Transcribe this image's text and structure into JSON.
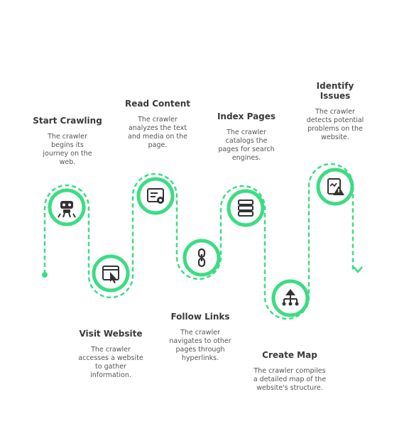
{
  "accent": "#3ddc84",
  "steps": [
    {
      "title": "Start Crawling",
      "desc": "The crawler begins its journey on the web.",
      "icon": "robot-icon"
    },
    {
      "title": "Visit Website",
      "desc": "The crawler accesses a website to gather information.",
      "icon": "browser-click-icon"
    },
    {
      "title": "Read Content",
      "desc": "The crawler analyzes the text and media on the page.",
      "icon": "content-reader-icon"
    },
    {
      "title": "Follow Links",
      "desc": "The crawler navigates to other pages through hyperlinks.",
      "icon": "chain-link-icon"
    },
    {
      "title": "Index Pages",
      "desc": "The crawler catalogs the pages for search engines.",
      "icon": "database-icon"
    },
    {
      "title": "Create Map",
      "desc": "The crawler compiles a detailed map of the website's structure.",
      "icon": "sitemap-icon"
    },
    {
      "title": "Identify Issues",
      "desc": "The crawler detects potential problems on the website.",
      "icon": "warning-document-icon"
    }
  ]
}
